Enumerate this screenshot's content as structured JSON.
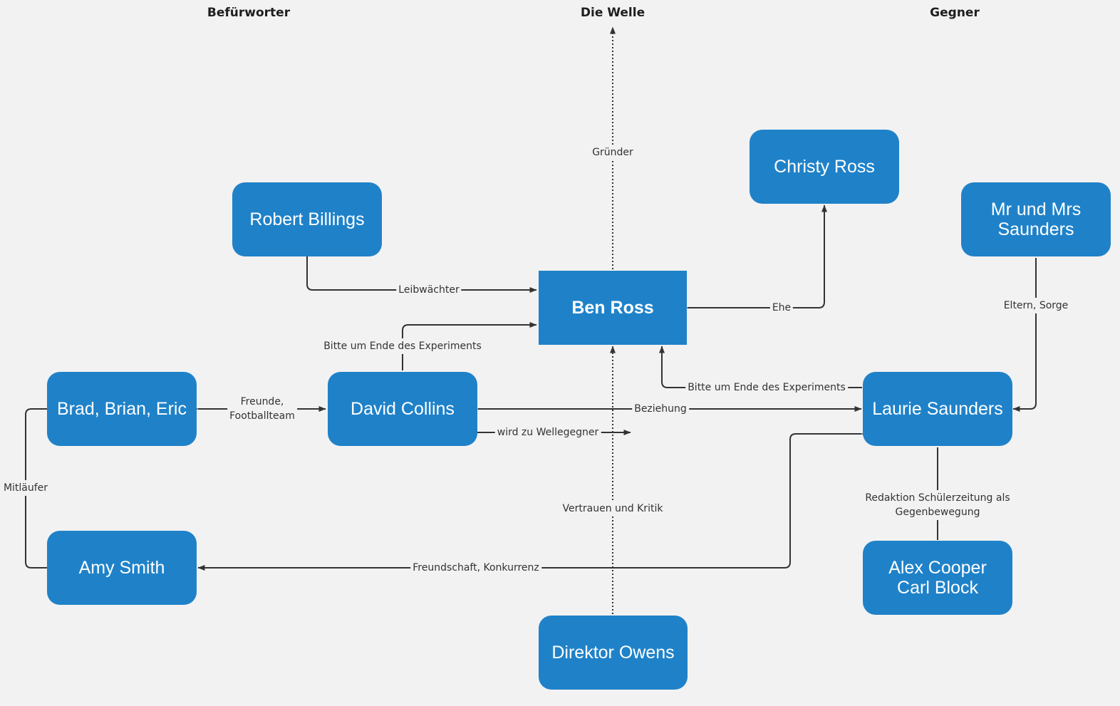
{
  "columns": {
    "left": "Befürworter",
    "center": "Die Welle",
    "right": "Gegner"
  },
  "nodes": {
    "robert_billings": "Robert Billings",
    "christy_ross": "Christy Ross",
    "mr_mrs_saunders": "Mr und Mrs\nSaunders",
    "ben_ross": "Ben Ross",
    "brad_brian_eric": "Brad, Brian, Eric",
    "david_collins": "David Collins",
    "laurie_saunders": "Laurie Saunders",
    "amy_smith": "Amy Smith",
    "alex_carl": "Alex Cooper\nCarl Block",
    "direktor_owens": "Direktor Owens"
  },
  "edges": {
    "gruender": "Gründer",
    "leibwaechter": "Leibwächter",
    "ehe": "Ehe",
    "eltern_sorge": "Eltern, Sorge",
    "david_bitte": "Bitte um Ende des Experiments",
    "laurie_bitte": "Bitte um Ende des Experiments",
    "freunde": "Freunde,\nFootballteam",
    "beziehung": "Beziehung",
    "wellegegner": "wird zu Wellegegner",
    "mitlaeufer": "Mitläufer",
    "vertrauen": "Vertrauen und Kritik",
    "redaktion": "Redaktion Schülerzeitung als Gegenbewegung",
    "freundschaft": "Freundschaft, Konkurrenz"
  },
  "colors": {
    "background": "#f2f2f2",
    "node_fill": "#1f82c9",
    "node_text": "#ffffff",
    "edge": "#333333"
  }
}
